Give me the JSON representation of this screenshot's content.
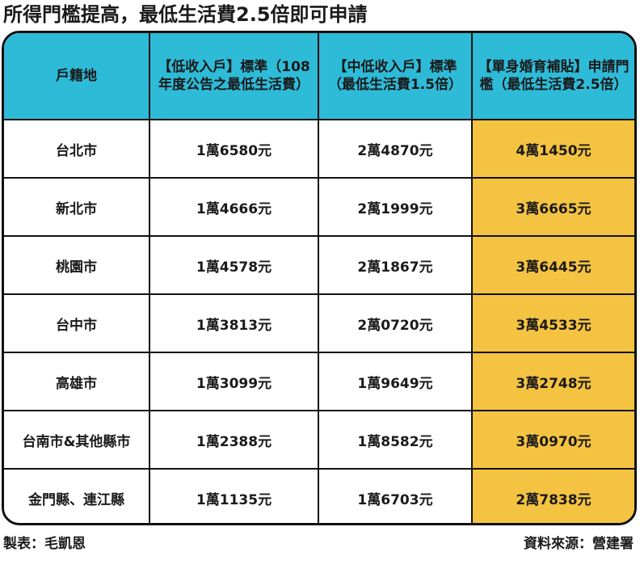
{
  "title": "所得門檻提高，最低生活費2.5倍即可申請",
  "table": {
    "headers": [
      "戶籍地",
      "【低收入戶】標準（108年度公告之最低生活費）",
      "【中低收入戶】標準（最低生活費1.5倍）",
      "【單身婚育補貼】申請門檻（最低生活費2.5倍）"
    ],
    "rows": [
      {
        "region": "台北市",
        "low_income": "1萬6580元",
        "mid_low_income": "2萬4870元",
        "subsidy_threshold": "4萬1450元"
      },
      {
        "region": "新北市",
        "low_income": "1萬4666元",
        "mid_low_income": "2萬1999元",
        "subsidy_threshold": "3萬6665元"
      },
      {
        "region": "桃園市",
        "low_income": "1萬4578元",
        "mid_low_income": "2萬1867元",
        "subsidy_threshold": "3萬6445元"
      },
      {
        "region": "台中市",
        "low_income": "1萬3813元",
        "mid_low_income": "2萬0720元",
        "subsidy_threshold": "3萬4533元"
      },
      {
        "region": "高雄市",
        "low_income": "1萬3099元",
        "mid_low_income": "1萬9649元",
        "subsidy_threshold": "3萬2748元"
      },
      {
        "region": "台南市&其他縣市",
        "low_income": "1萬2388元",
        "mid_low_income": "1萬8582元",
        "subsidy_threshold": "3萬0970元"
      },
      {
        "region": "金門縣、連江縣",
        "low_income": "1萬1135元",
        "mid_low_income": "1萬6703元",
        "subsidy_threshold": "2萬7838元"
      }
    ]
  },
  "footer": {
    "author": "製表：毛凱恩",
    "source": "資料來源：營建署"
  },
  "colors": {
    "header_bg": "#2ebbd8",
    "highlight_bg": "#f5c342",
    "border": "#111111"
  }
}
